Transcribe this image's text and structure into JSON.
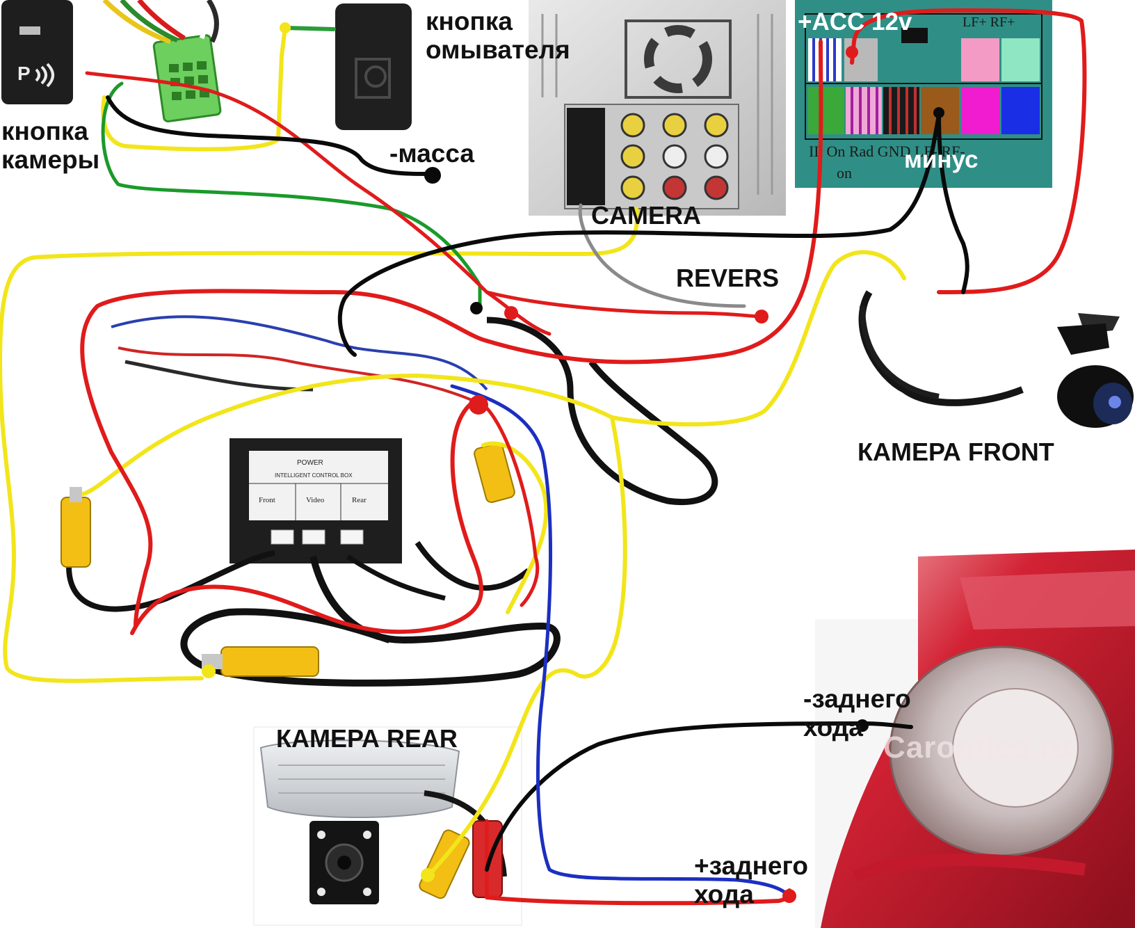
{
  "labels": {
    "camera_button": "кнопка\nкамеры",
    "washer_button": "кнопка\nомывателя",
    "ground": "-масса",
    "camera_input": "CAMERA",
    "acc": "+ACC 12v",
    "minus": "минус",
    "revers": "REVERS",
    "camera_front": "КАМЕРА FRONT",
    "camera_rear": "КАМЕРА REAR",
    "reverse_minus": "-заднего\nхода",
    "reverse_plus": "+заднего\nхода"
  },
  "connector_table": {
    "top_row": "LF+ RF+",
    "bottom_row": "IL On Rad GND LF- RF-",
    "bottom_row_extra": "on"
  },
  "control_box": {
    "power": "POWER",
    "title": "INTELLIGENT CONTROL BOX",
    "port_front": "Front",
    "port_video": "Video",
    "port_rear": "Rear"
  },
  "watermark": "Caroptics.ru",
  "colors": {
    "wire_red": "#e01b1b",
    "wire_black": "#0a0a0a",
    "wire_yellow": "#f2e51a",
    "wire_green": "#1a9a2a",
    "wire_blue": "#1c2fc0",
    "wire_gray": "#8a8a8a"
  }
}
